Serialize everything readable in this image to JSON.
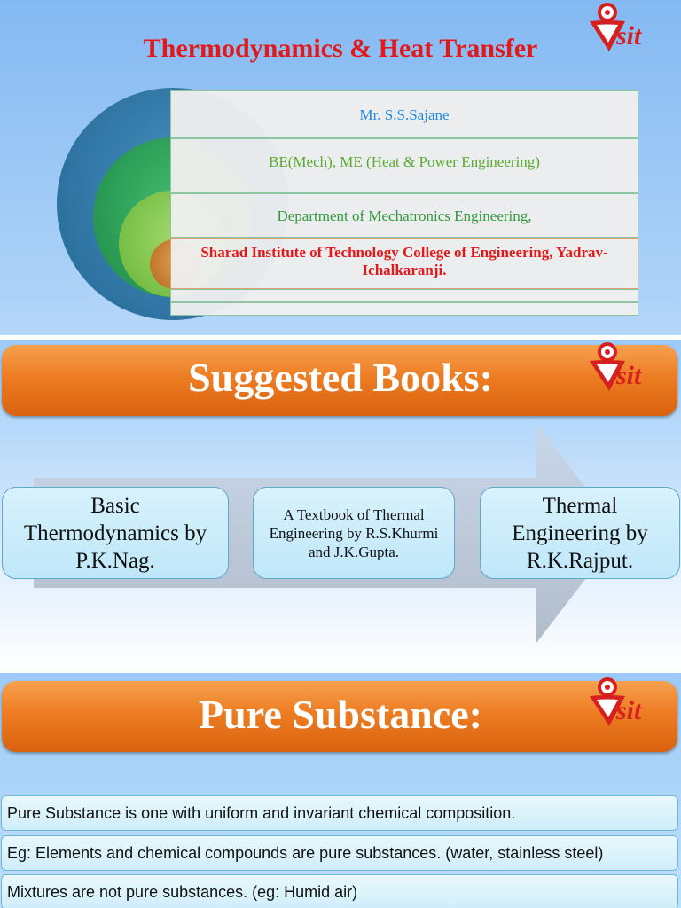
{
  "slide1": {
    "title": "Thermodynamics & Heat Transfer",
    "logo_text": "sit",
    "rows": [
      {
        "text": "Mr. S.S.Sajane",
        "color": "#1e88e5"
      },
      {
        "text": "BE(Mech), ME (Heat & Power Engineering)",
        "color": "#5aab2f"
      },
      {
        "text": "Department of Mechatronics Engineering,",
        "color": "#2f9a3a"
      },
      {
        "text": "Sharad Institute of Technology College of Engineering, Yadrav-Ichalkaranji.",
        "color": "#e31919"
      }
    ],
    "ring_colors": [
      "#2a6f9c",
      "#2aa35a",
      "#7dc447",
      "#c87b26"
    ]
  },
  "slide2": {
    "title": "Suggested Books:",
    "logo_text": "sit",
    "books": [
      "Basic Thermodynamics by P.K.Nag.",
      "A Textbook of Thermal Engineering by R.S.Khurmi and J.K.Gupta.",
      "Thermal Engineering by R.K.Rajput."
    ]
  },
  "slide3": {
    "title": "Pure Substance:",
    "logo_text": "sit",
    "points": [
      "Pure Substance is one with uniform and invariant chemical composition.",
      "Eg: Elements and chemical compounds are pure substances. (water, stainless steel)",
      "Mixtures are not pure substances. (eg: Humid air)"
    ]
  },
  "colors": {
    "banner_orange": "#ed7d23",
    "title_red": "#e31919",
    "sky_blue": "#84b9f2"
  }
}
